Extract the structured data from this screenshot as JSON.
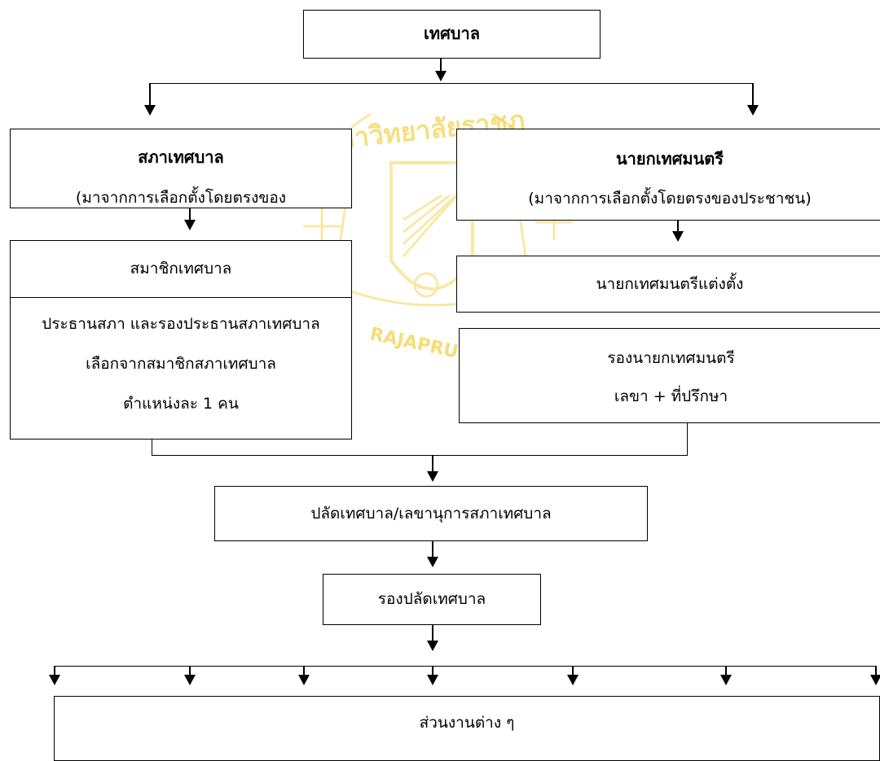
{
  "top": {
    "title": "เทศบาล"
  },
  "council": {
    "title": "สภาเทศบาล",
    "subtitle": "(มาจากการเลือกตั้งโดยตรงของ"
  },
  "mayor": {
    "title": "นายกเทศมนตรี",
    "subtitle": "(มาจากการเลือกตั้งโดยตรงของประชาชน)"
  },
  "members": {
    "title": "สมาชิกเทศบาล",
    "lines": [
      "ประธานสภา และรองประธานสภาเทศบาล",
      "เลือกจากสมาชิกสภาเทศบาล",
      "ตำแหน่งละ 1 คน"
    ]
  },
  "appointed": {
    "title": "นายกเทศมนตรีแต่งตั้ง"
  },
  "deputy": {
    "lines": [
      "รองนายกเทศมนตรี",
      "เลขา + ที่ปรึกษา"
    ]
  },
  "clerk": {
    "title": "ปลัดเทศบาล/เลขานุการสภาเทศบาล"
  },
  "deputy_clerk": {
    "title": "รองปลัดเทศบาล"
  },
  "divisions": {
    "title": "ส่วนงานต่าง ๆ"
  },
  "watermark": {
    "arc_text": "หาวิทยาลัยราชภ",
    "bottom_text": "RAJAPRUK",
    "color": "#f2d24a"
  }
}
